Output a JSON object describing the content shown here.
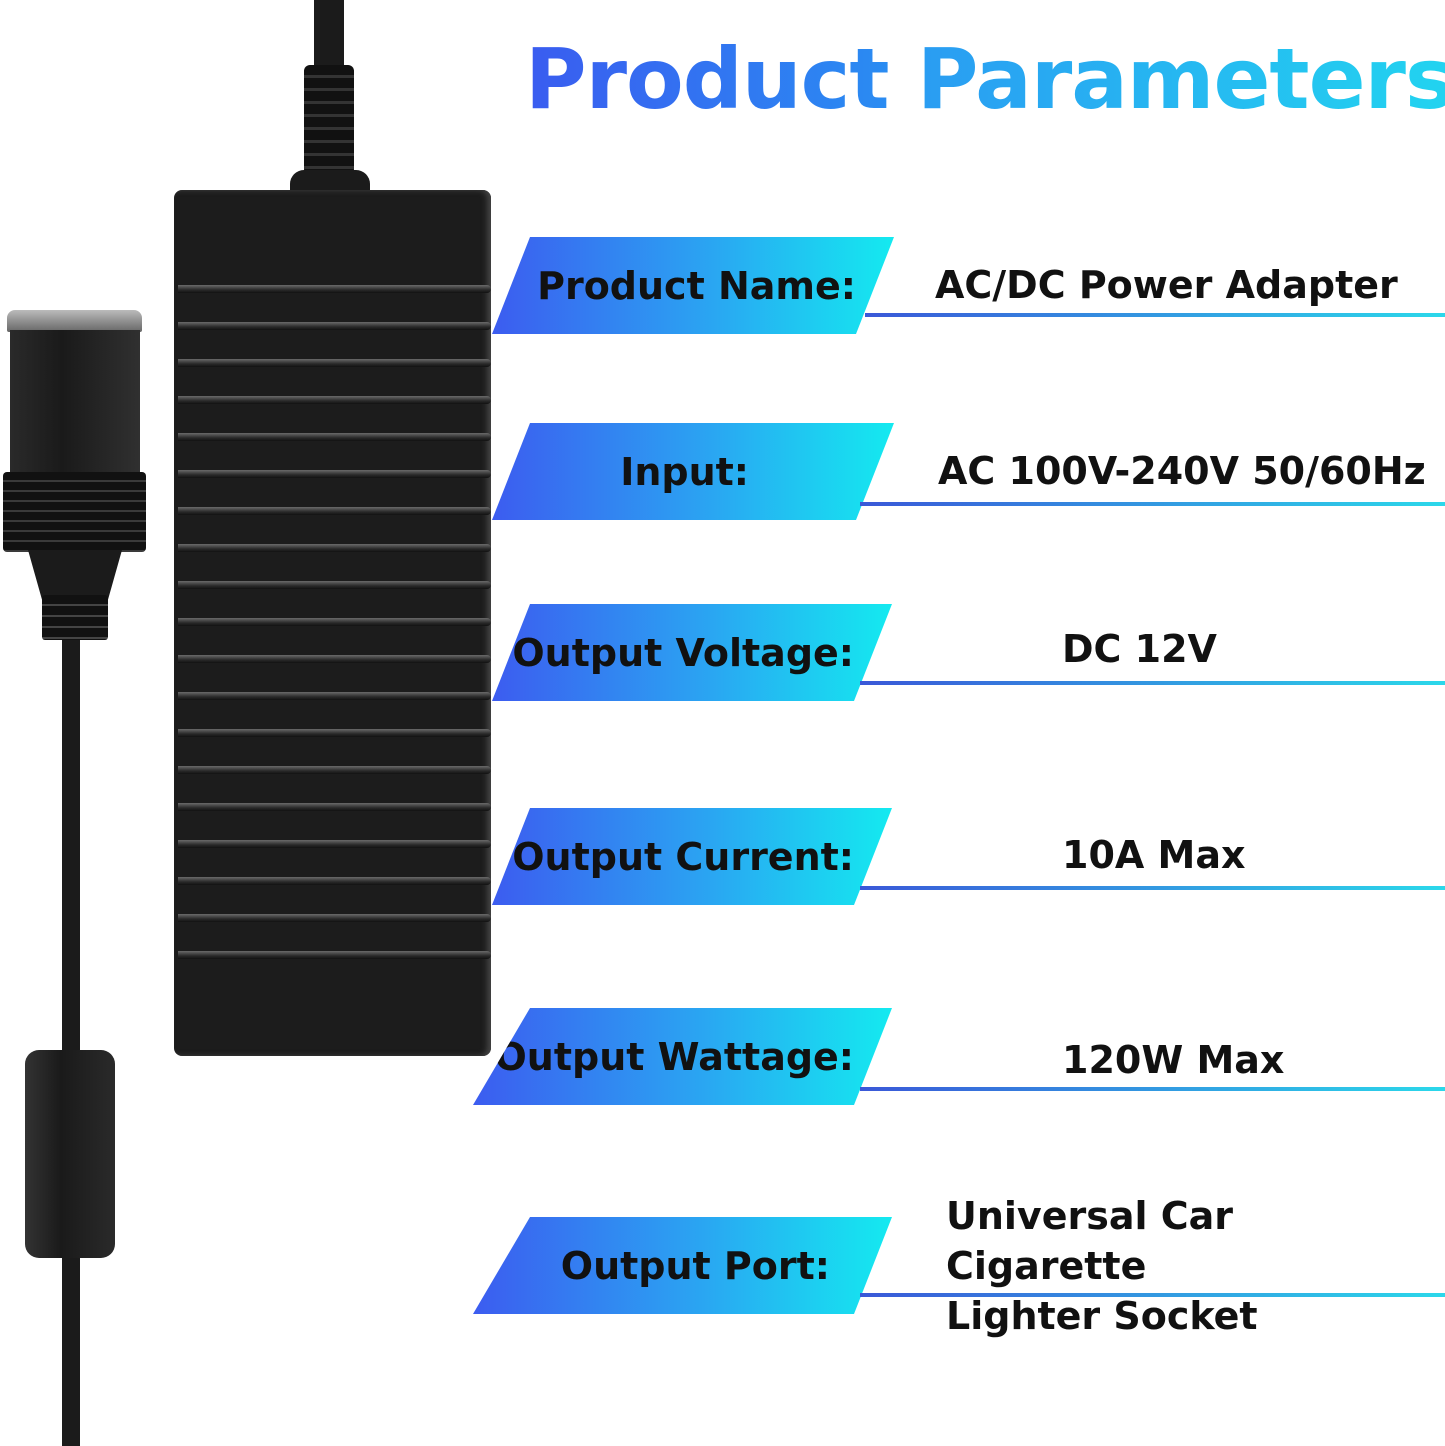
{
  "title": {
    "word1": "Product",
    "word2": "Parameters"
  },
  "colors": {
    "gradient_start": "#3c5cf0",
    "gradient_end": "#14eaf0",
    "product": "#1b1b1b"
  },
  "rows": [
    {
      "label": "Product Name:",
      "value": "AC/DC Power Adapter"
    },
    {
      "label": "Input:",
      "value": "AC 100V-240V 50/60Hz"
    },
    {
      "label": "Output Voltage:",
      "value": "DC 12V"
    },
    {
      "label": "Output Current:",
      "value": "10A Max"
    },
    {
      "label": "Output Wattage:",
      "value": "120W Max"
    },
    {
      "label": "Output Port:",
      "value": "Universal Car Cigarette\nLighter Socket"
    }
  ]
}
